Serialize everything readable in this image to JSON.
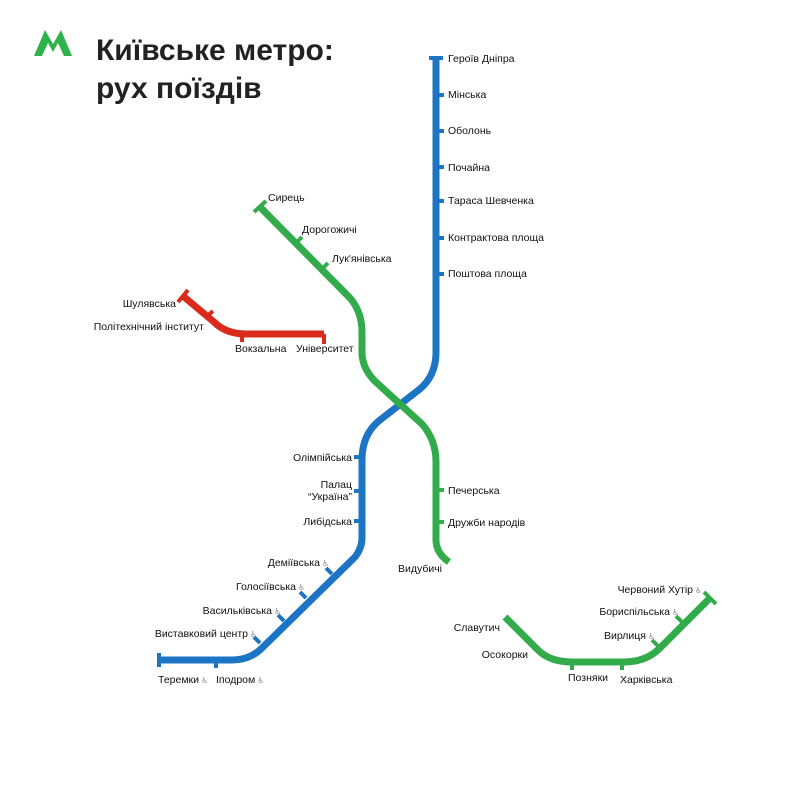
{
  "title": {
    "line1": "Київське метро:",
    "line2": "рух поїздів"
  },
  "logo": {
    "icon": "metro-m-logo",
    "color": "#2fb24c"
  },
  "colors": {
    "blue": "#1c74c4",
    "green": "#32ac4b",
    "red": "#d92a1c",
    "text": "#111111",
    "accessible_marker": "#888888"
  },
  "accessible_icon": "wheelchair-icon",
  "lines": {
    "blue": {
      "color": "#1c74c4",
      "stations": [
        {
          "name": "Героїв Дніпра",
          "accessible": false
        },
        {
          "name": "Мінська",
          "accessible": false
        },
        {
          "name": "Оболонь",
          "accessible": false
        },
        {
          "name": "Почайна",
          "accessible": false
        },
        {
          "name": "Тараса Шевченка",
          "accessible": false
        },
        {
          "name": "Контрактова площа",
          "accessible": false
        },
        {
          "name": "Поштова площа",
          "accessible": false
        },
        {
          "name": "Олімпійська",
          "accessible": false
        },
        {
          "name": "Палац",
          "name2": "“Україна”",
          "accessible": false
        },
        {
          "name": "Либідська",
          "accessible": false
        },
        {
          "name": "Деміївська",
          "accessible": true
        },
        {
          "name": "Голосіївська",
          "accessible": true
        },
        {
          "name": "Васильківська",
          "accessible": true
        },
        {
          "name": "Виставковий центр",
          "accessible": true
        },
        {
          "name": "Іподром",
          "accessible": true
        },
        {
          "name": "Теремки",
          "accessible": true
        }
      ]
    },
    "green_main": {
      "color": "#32ac4b",
      "stations": [
        {
          "name": "Сирець",
          "accessible": false
        },
        {
          "name": "Дорогожичі",
          "accessible": false
        },
        {
          "name": "Лук'янівська",
          "accessible": false
        },
        {
          "name": "Печерська",
          "accessible": false
        },
        {
          "name": "Дружби народів",
          "accessible": false
        },
        {
          "name": "Видубичі",
          "accessible": false
        }
      ]
    },
    "green_east": {
      "color": "#32ac4b",
      "stations": [
        {
          "name": "Славутич",
          "accessible": false
        },
        {
          "name": "Осокорки",
          "accessible": false
        },
        {
          "name": "Позняки",
          "accessible": false
        },
        {
          "name": "Харківська",
          "accessible": false
        },
        {
          "name": "Вирлиця",
          "accessible": true
        },
        {
          "name": "Бориспільська",
          "accessible": true
        },
        {
          "name": "Червоний Хутір",
          "accessible": true
        }
      ]
    },
    "red": {
      "color": "#d92a1c",
      "stations": [
        {
          "name": "Шулявська",
          "accessible": false
        },
        {
          "name": "Політехнічний інститут",
          "accessible": false
        },
        {
          "name": "Вокзальна",
          "accessible": false
        },
        {
          "name": "Університет",
          "accessible": false
        }
      ]
    }
  }
}
